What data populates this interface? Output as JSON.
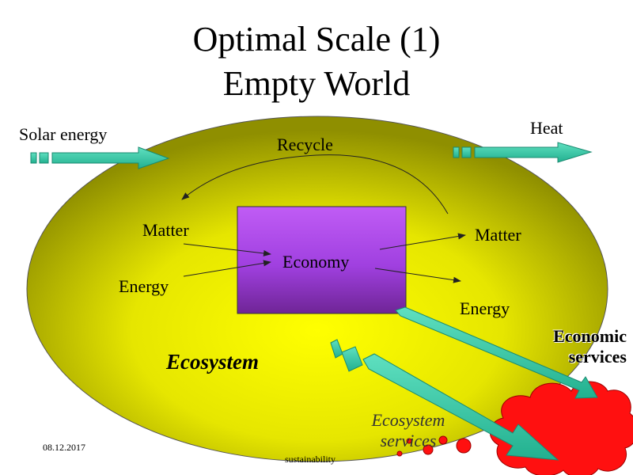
{
  "title": {
    "line1": "Optimal Scale (1)",
    "line2": "Empty World"
  },
  "labels": {
    "solar_energy": "Solar energy",
    "heat": "Heat",
    "recycle": "Recycle",
    "matter_in": "Matter",
    "energy_in": "Energy",
    "economy": "Economy",
    "matter_out": "Matter",
    "energy_out": "Energy",
    "ecosystem": "Ecosystem",
    "economic_services": "Economic services",
    "ecosystem_services": "Ecosystem services"
  },
  "footer": {
    "date": "08.12.2017",
    "topic": "sustainability"
  },
  "colors": {
    "ecosystem_center": "#ffff00",
    "ecosystem_edge": "#9a9a00",
    "economy_top": "#cc66ff",
    "economy_bottom": "#7a2aa8",
    "flow_arrow": "#33ccaa",
    "damage_cloud": "#ff0000"
  }
}
